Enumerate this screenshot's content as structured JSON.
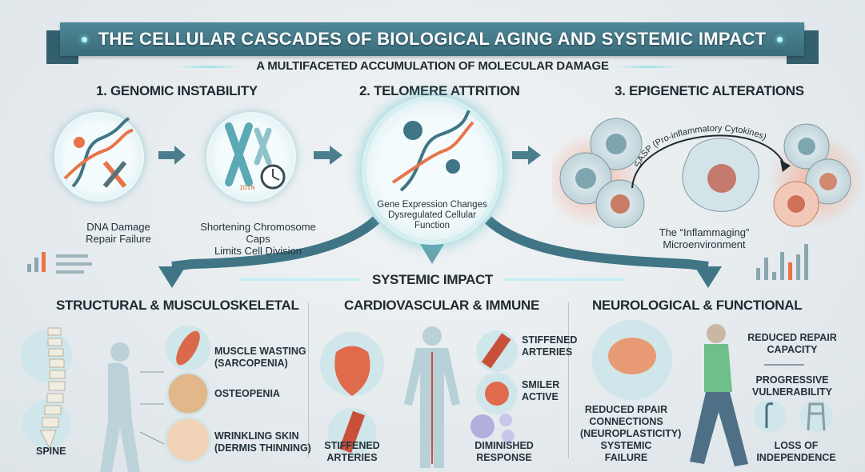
{
  "title": "THE CELLULAR CASCADES OF BIOLOGICAL AGING AND SYSTEMIC IMPACT",
  "subtitle": "A MULTIFACETED ACCUMULATION OF MOLECULAR DAMAGE",
  "stages": [
    {
      "heading": "1. GENOMIC INSTABILITY",
      "caption_line1": "DNA Damage",
      "caption_line2": "Repair Failure"
    },
    {
      "heading": "2. TELOMERE ATTRITION",
      "caption_line1": "Shortening Chromosome Caps",
      "caption_line2": "Limits Cell Division",
      "chromosome_tag": "IOIN"
    },
    {
      "caption_line1": "Gene Expression Changes",
      "caption_line2": "Dysregulated Cellular",
      "caption_line3": "Function"
    },
    {
      "heading": "3. EPIGENETIC ALTERATIONS",
      "arc_label": "SASP (Pro-inflammatory Cytokines)",
      "caption_line1": "The “Inflammaging”",
      "caption_line2": "Microenvironment"
    }
  ],
  "systemic_heading": "SYSTEMIC IMPACT",
  "panels": {
    "structural": {
      "heading": "STRUCTURAL & MUSCULOSKELETAL",
      "spine": "SPINE",
      "muscle_1": "MUSCLE WASTING",
      "muscle_2": "(SARCOPENIA)",
      "bone": "OSTEOPENIA",
      "skin_1": "WRINKLING SKIN",
      "skin_2": "(DERMIS THINNING)"
    },
    "cardio": {
      "heading": "CARDIOVASCULAR & IMMUNE",
      "arteries_left_1": "STIFFENED",
      "arteries_left_2": "ARTERIES",
      "arteries_right_1": "STIFFENED",
      "arteries_right_2": "ARTERIES",
      "heart_1": "SMILER",
      "heart_2": "ACTIVE",
      "immune_1": "DIMINISHED",
      "immune_2": "RESPONSE"
    },
    "neuro": {
      "heading": "NEUROLOGICAL & FUNCTIONAL",
      "brain_1": "REDUCED RPAIR",
      "brain_2": "CONNECTIONS",
      "brain_3": "(NEUROPLASTICITY)",
      "brain_4": "SYSTEMIC",
      "brain_5": "FAILURE",
      "repair_1": "REDUCED REPAIR",
      "repair_2": "CAPACITY",
      "vuln_1": "PROGRESSIVE",
      "vuln_2": "VULNERABILITY",
      "indep_1": "LOSS OF",
      "indep_2": "INDEPENDENCE"
    }
  },
  "colors": {
    "banner": "#3f7585",
    "accent": "#e8744a",
    "teal": "#5aa9b4"
  }
}
